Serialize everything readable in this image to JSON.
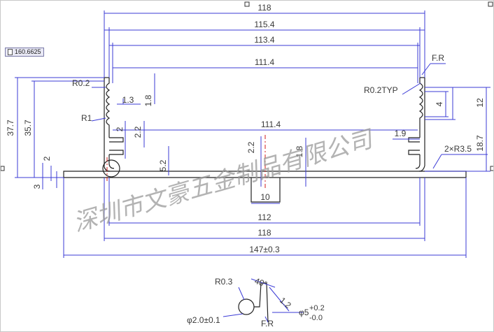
{
  "coordinate_readout": "160.6625",
  "watermark": "深圳市文豪五金制品有限公司",
  "dimensions": {
    "w118_top": "118",
    "w115_4": "115.4",
    "w113_4": "113.4",
    "w111_4_top": "111.4",
    "w111_4_inner": "111.4",
    "w112": "112",
    "w118_bottom": "118",
    "w147": "147±0.3",
    "h37_7": "37.7",
    "h35_7": "35.7",
    "h12": "12",
    "h18_7": "18.7",
    "d1_3": "1.3",
    "d1_8_upper": "1.8",
    "d2_left": "2",
    "d3": "3",
    "d2_inner": "2",
    "d2_2_left": "2.2",
    "d5_2": "5.2",
    "d2_2_mid": "2.2",
    "d1_8_mid": "1.8",
    "d10": "10",
    "d4": "4",
    "d1_9": "1.9"
  },
  "callouts": {
    "r0_2": "R0.2",
    "r1": "R1",
    "fr_top": "F.R",
    "r0_2_typ": "R0.2TYP",
    "r3_5": "2×R3.5"
  },
  "detail": {
    "r0_3": "R0.3",
    "angle": "40°",
    "d1_2": "1.2",
    "phi2": "φ2.0±0.1",
    "phi5": "φ5",
    "phi5_upper": "+0.2",
    "phi5_lower": "-0.0",
    "fr": "F.R"
  }
}
